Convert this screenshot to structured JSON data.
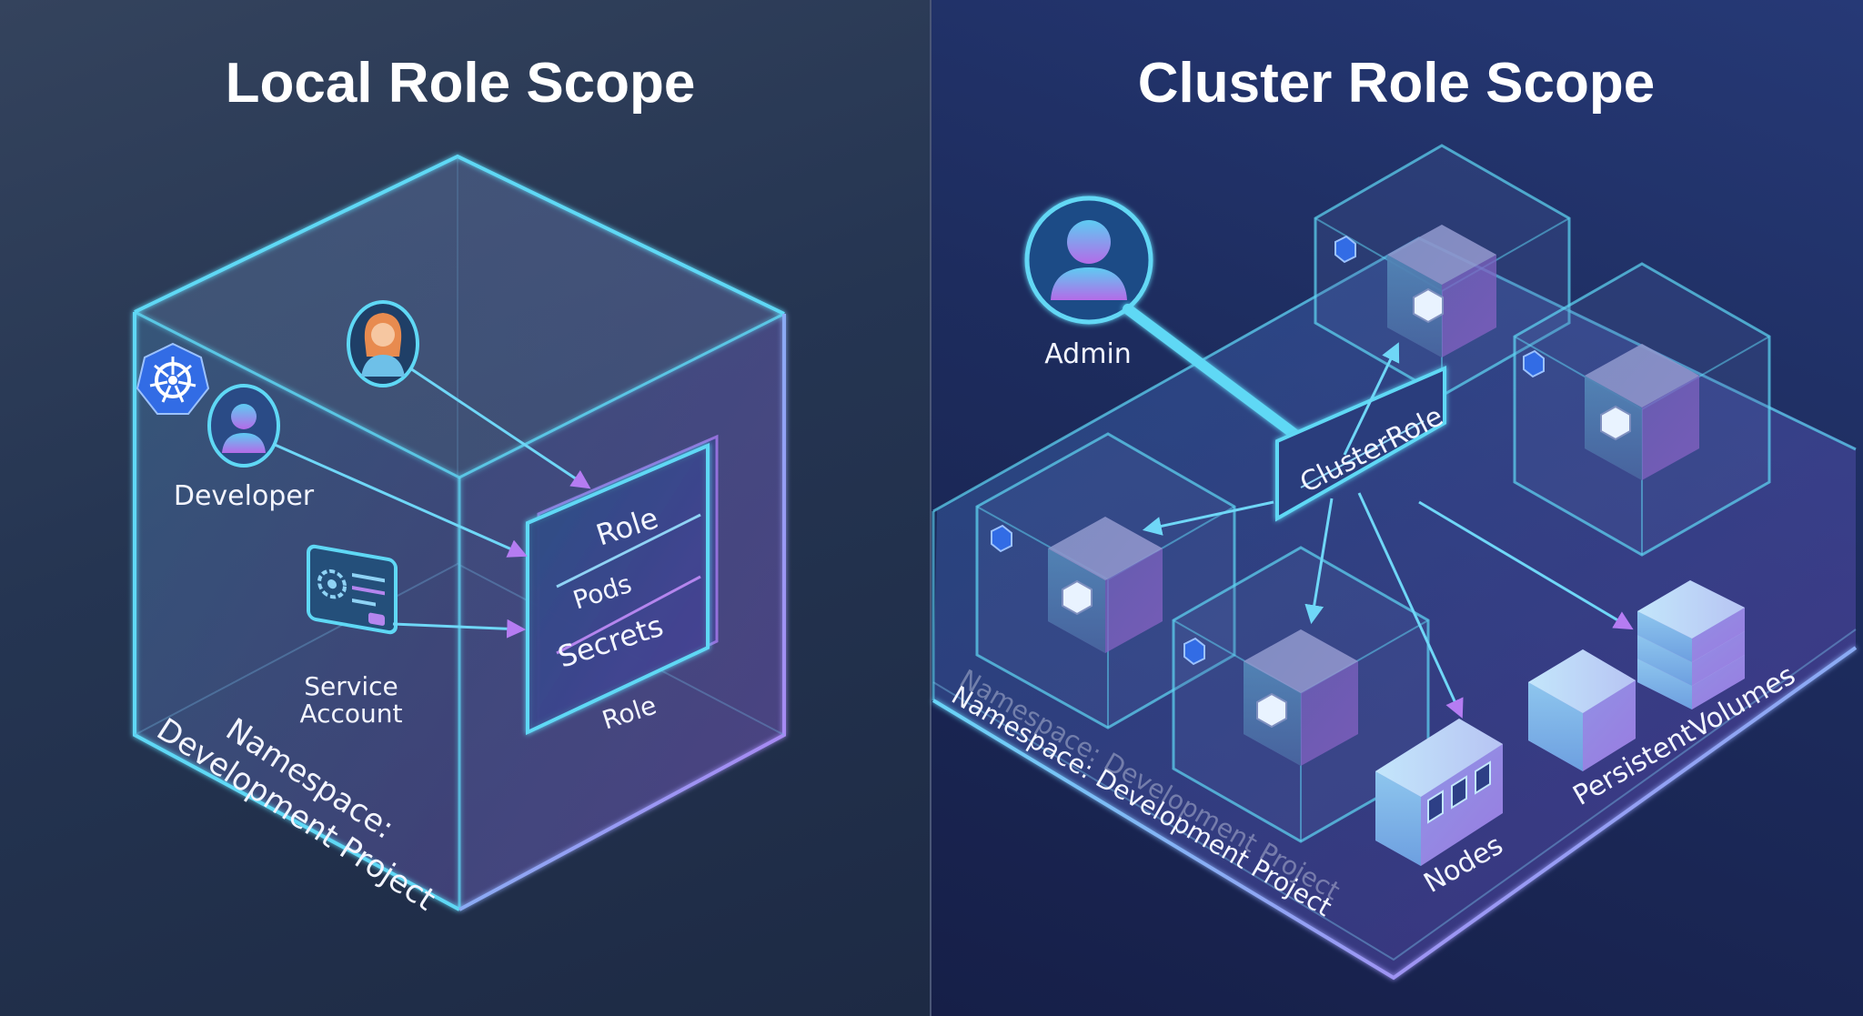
{
  "left_panel": {
    "title": "Local Role Scope",
    "namespace_line1": "Namespace:",
    "namespace_line2": "Development Project",
    "developer_label": "Developer",
    "service_account_line1": "Service",
    "service_account_line2": "Account",
    "role_card": {
      "header": "Role",
      "item1": "Pods",
      "item2": "Secrets",
      "footer": "Role"
    }
  },
  "right_panel": {
    "title": "Cluster Role Scope",
    "admin_label": "Admin",
    "clusterrole_label": "ClusterRole",
    "namespace_label": "Namespace: Development Project",
    "nodes_label": "Nodes",
    "persistent_volumes_label": "PersistentVolumes"
  },
  "colors": {
    "accent_cyan": "#5fd8f5",
    "accent_violet": "#a77cf0",
    "kubernetes_blue": "#326ce5"
  },
  "icons": [
    "kubernetes-icon",
    "user-icon",
    "service-account-icon",
    "admin-icon",
    "pod-icon",
    "nodes-icon",
    "persistent-volumes-icon"
  ]
}
